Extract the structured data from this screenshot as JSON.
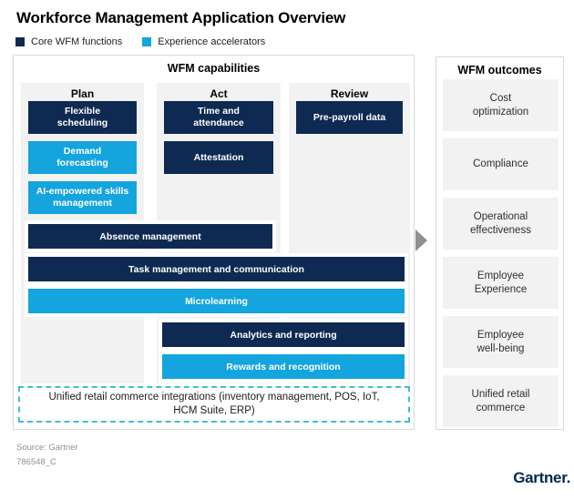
{
  "title": "Workforce Management Application Overview",
  "legend": [
    {
      "label": "Core WFM functions",
      "color": "#0e2a52"
    },
    {
      "label": "Experience accelerators",
      "color": "#14a4de"
    }
  ],
  "capabilities": {
    "header": "WFM capabilities",
    "columns": [
      {
        "label": "Plan",
        "boxes": [
          {
            "label": "Flexible scheduling",
            "type": "core"
          },
          {
            "label": "Demand forecasting",
            "type": "accelerator"
          },
          {
            "label": "AI-empowered skills management",
            "type": "accelerator"
          }
        ]
      },
      {
        "label": "Act",
        "boxes": [
          {
            "label": "Time and attendance",
            "type": "core"
          },
          {
            "label": "Attestation",
            "type": "core"
          }
        ]
      },
      {
        "label": "Review",
        "boxes": [
          {
            "label": "Pre-payroll data",
            "type": "core"
          }
        ]
      }
    ],
    "bars": [
      {
        "label": "Absence management",
        "type": "core",
        "span": "plan-act"
      },
      {
        "label": "Task management and communication",
        "type": "core",
        "span": "plan-act-review"
      },
      {
        "label": "Microlearning",
        "type": "accelerator",
        "span": "plan-act-review"
      },
      {
        "label": "Analytics and reporting",
        "type": "core",
        "span": "act-review"
      },
      {
        "label": "Rewards and recognition",
        "type": "accelerator",
        "span": "act-review"
      }
    ],
    "integration_note": "Unified retail commerce integrations  (inventory management, POS, IoT, HCM Suite, ERP)"
  },
  "outcomes": {
    "header": "WFM outcomes",
    "items": [
      "Cost optimization",
      "Compliance",
      "Operational effectiveness",
      "Employee Experience",
      "Employee well-being",
      "Unified retail commerce"
    ]
  },
  "footer": {
    "source": "Source: Gartner",
    "doc_id": "786548_C",
    "logo": "Gartner."
  },
  "colors": {
    "core": "#0e2a52",
    "accelerator": "#14a4de",
    "column_background": "#f2f2f2",
    "dashed_border": "#3fbfca",
    "arrow": "#909090",
    "panel_border": "#d9d9d9"
  }
}
